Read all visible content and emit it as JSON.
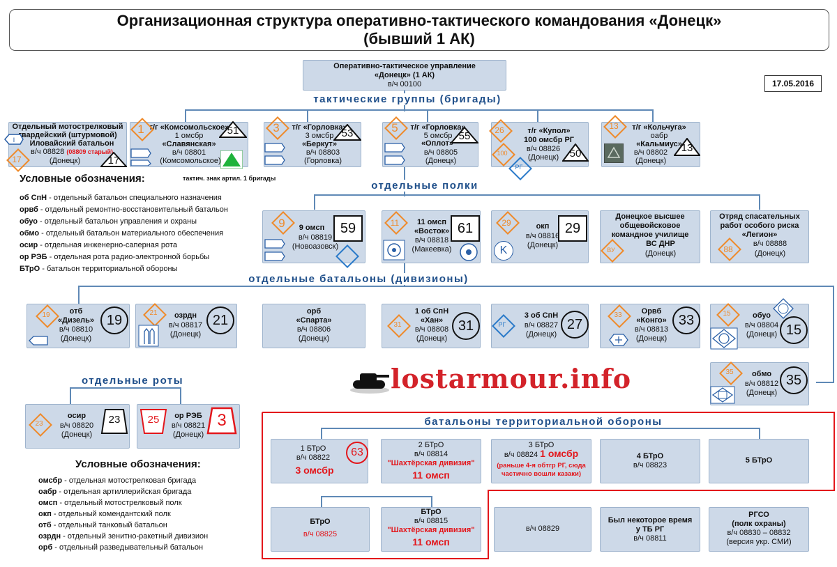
{
  "header": {
    "title_line1": "Организационная структура оперативно-тактического командования «Донецк»",
    "title_line2": "(бывший 1 АК)"
  },
  "date": "17.05.2016",
  "hq": {
    "line1": "Оперативно-тактическое управление",
    "line2": "«Донецк» (1 АК)",
    "line3": "в/ч 00100"
  },
  "sections": {
    "tactical_groups": "тактические группы (бригады)",
    "regiments": "отдельные полки",
    "battalions": "отдельные батальоны (дивизионы)",
    "companies": "отдельные роты",
    "territorial": "батальоны территориальной обороны"
  },
  "brigades": [
    {
      "l1": "Отдельный мотострелковый",
      "l2": "гвардейский (штурмовой)",
      "l3": "Иловайский батальон",
      "l4": "в/ч 08828",
      "l4red": "(08809 старый)",
      "l5": "(Донецк)",
      "num": "17"
    },
    {
      "l1": "т/г «Комсомольское»",
      "l2": "1 омсбр",
      "l3": "«Славянская»",
      "l4": "в/ч 08801",
      "l5": "(Комсомольское)",
      "badge": "1",
      "num": "51"
    },
    {
      "l1": "т/г «Горловка»",
      "l2": "3 омсбр",
      "l3": "«Беркут»",
      "l4": "в/ч 08803",
      "l5": "(Горловка)",
      "badge": "3",
      "num": "53"
    },
    {
      "l1": "т/г «Горловка»",
      "l2": "5 омсбр",
      "l3": "«Оплот»",
      "l4": "в/ч 08805",
      "l5": "(Донецк)",
      "badge": "5",
      "num": "55"
    },
    {
      "l1": "т/г «Купол»",
      "l2": "100 омсбр РГ",
      "l4": "в/ч 08826",
      "l5": "(Донецк)",
      "badge": "26",
      "badge2": "100",
      "badge3": "РГ",
      "num": "50"
    },
    {
      "l1": "т/г «Кольчуга»",
      "l2": "оабр",
      "l3": "«Кальмиус»",
      "l4": "в/ч 08802",
      "l5": "(Донецк)",
      "badge": "13",
      "num": "13"
    }
  ],
  "art_sign_note": "тактич. знак артил. 1 бригады",
  "legend1": {
    "title": "Условные обозначения:",
    "items": [
      {
        "k": "об СпН",
        "v": " - отдельный батальон специального назначения"
      },
      {
        "k": "орвб",
        "v": " - отдельный ремонтно-восстановительный батальон"
      },
      {
        "k": "обуо",
        "v": " - отдельный батальон управления и охраны"
      },
      {
        "k": "обмо",
        "v": " - отдельный батальон материального обеспечения"
      },
      {
        "k": "осир",
        "v": " - отдельная инженерно-саперная рота"
      },
      {
        "k": "ор РЭБ",
        "v": " - отдельная рота радио-электронной борьбы"
      },
      {
        "k": "БТрО",
        "v": " - батальон территориальной обороны"
      }
    ]
  },
  "regiments": [
    {
      "l1": "9 омсп",
      "l2": "в/ч 08819",
      "l3": "(Новоазовск)",
      "badge": "9",
      "num": "59"
    },
    {
      "l1": "11 омсп",
      "l2": "«Восток»",
      "l3": "в/ч 08818",
      "l4": "(Макеевка)",
      "badge": "11",
      "num": "61"
    },
    {
      "l1": "окп",
      "l2": "в/ч 08816",
      "l3": "(Донецк)",
      "badge": "29",
      "num": "29",
      "sym": "K"
    },
    {
      "l1": "Донецкое высшее",
      "l2": "общевойсковое",
      "l3": "командное училище",
      "l4": "ВС ДНР",
      "l5": "(Донецк)",
      "badge": "ВУ"
    },
    {
      "l1": "Отряд спасательных",
      "l2": "работ особого риска",
      "l3": "«Легион»",
      "l4": "в/ч 08888",
      "l5": "(Донецк)",
      "badge": "88"
    }
  ],
  "battalions": [
    {
      "l1": "отб",
      "l2": "«Дизель»",
      "l3": "в/ч 08810",
      "l4": "(Донецк)",
      "badge": "19",
      "num": "19"
    },
    {
      "l1": "озрдн",
      "l2": "в/ч 08817",
      "l3": "(Донецк)",
      "badge": "21",
      "num": "21"
    },
    {
      "l1": "орб",
      "l2": "«Спарта»",
      "l3": "в/ч 08806",
      "l4": "(Донецк)"
    },
    {
      "l1": "1 об СпН",
      "l2": "«Хан»",
      "l3": "в/ч 08808",
      "l4": "(Донецк)",
      "badge": "31",
      "num": "31"
    },
    {
      "l1": "3 об СпН",
      "l2": "в/ч 08827",
      "l3": "(Донецк)",
      "badge": "РГ",
      "num": "27"
    },
    {
      "l1": "Орвб",
      "l2": "«Конго»",
      "l3": "в/ч 08813",
      "l4": "(Донецк)",
      "badge": "33",
      "num": "33"
    },
    {
      "l1": "обуо",
      "l2": "в/ч 08804",
      "l3": "(Донецк)",
      "badge": "15",
      "num": "15"
    },
    {
      "l1": "обмо",
      "l2": "в/ч 08812",
      "l3": "(Донецк)",
      "badge": "35",
      "num": "35"
    }
  ],
  "companies": [
    {
      "l1": "осир",
      "l2": "в/ч 08820",
      "l3": "(Донецк)",
      "badge": "23",
      "num": "23"
    },
    {
      "l1": "ор РЭБ",
      "l2": "в/ч 08821",
      "l3": "(Донецк)",
      "badge": "25",
      "num": "3"
    }
  ],
  "legend2": {
    "title": "Условные обозначения:",
    "items": [
      {
        "k": "омсбр",
        "v": " - отдельная мотострелковая бригада"
      },
      {
        "k": "оабр",
        "v": " - отдельная артиллерийская бригада"
      },
      {
        "k": "омсп",
        "v": " - отдельный мотострелковый полк"
      },
      {
        "k": "окп",
        "v": " - отдельный комендантский полк"
      },
      {
        "k": "отб",
        "v": " - отдельный танковый батальон"
      },
      {
        "k": "озрдн",
        "v": " - отдельный зенитно-ракетный дивизион"
      },
      {
        "k": "орб",
        "v": " - отдельный разведывательный батальон"
      }
    ]
  },
  "watermark": "lostarmour.info",
  "territorial": [
    {
      "l1": "1 БТрО",
      "l2": "в/ч 08822",
      "l3red": "3 омсбр",
      "num": "63"
    },
    {
      "l1": "2 БТрО",
      "l2": "в/ч 08814",
      "l3red": "\"Шахтёрская дивизия\"",
      "l4red": "11 омсп"
    },
    {
      "l1": "3 БТрО",
      "l2": "в/ч 08824",
      "l2red": "1 омсбр",
      "l3red": "(раньше 4-я обтгр РГ, сюда",
      "l4red": "частично вошли казаки)"
    },
    {
      "l1": "4 БТрО",
      "l2": "в/ч 08823"
    },
    {
      "l1": "5 БТрО"
    },
    {
      "l1": "БТрО",
      "l2red": "в/ч 08825"
    },
    {
      "l1": "БТрО",
      "l2": "в/ч 08815",
      "l3red": "\"Шахтёрская дивизия\"",
      "l4red": "11 омсп"
    },
    {
      "l1": "в/ч 08829"
    },
    {
      "l1": "Был некоторое время",
      "l2": "у ТБ РГ",
      "l3": "в/ч 08811"
    },
    {
      "l1": "РГСО",
      "l2": "(полк охраны)",
      "l3": "в/ч 08830 – 08832",
      "l4": "(версия укр. СМИ)"
    }
  ]
}
